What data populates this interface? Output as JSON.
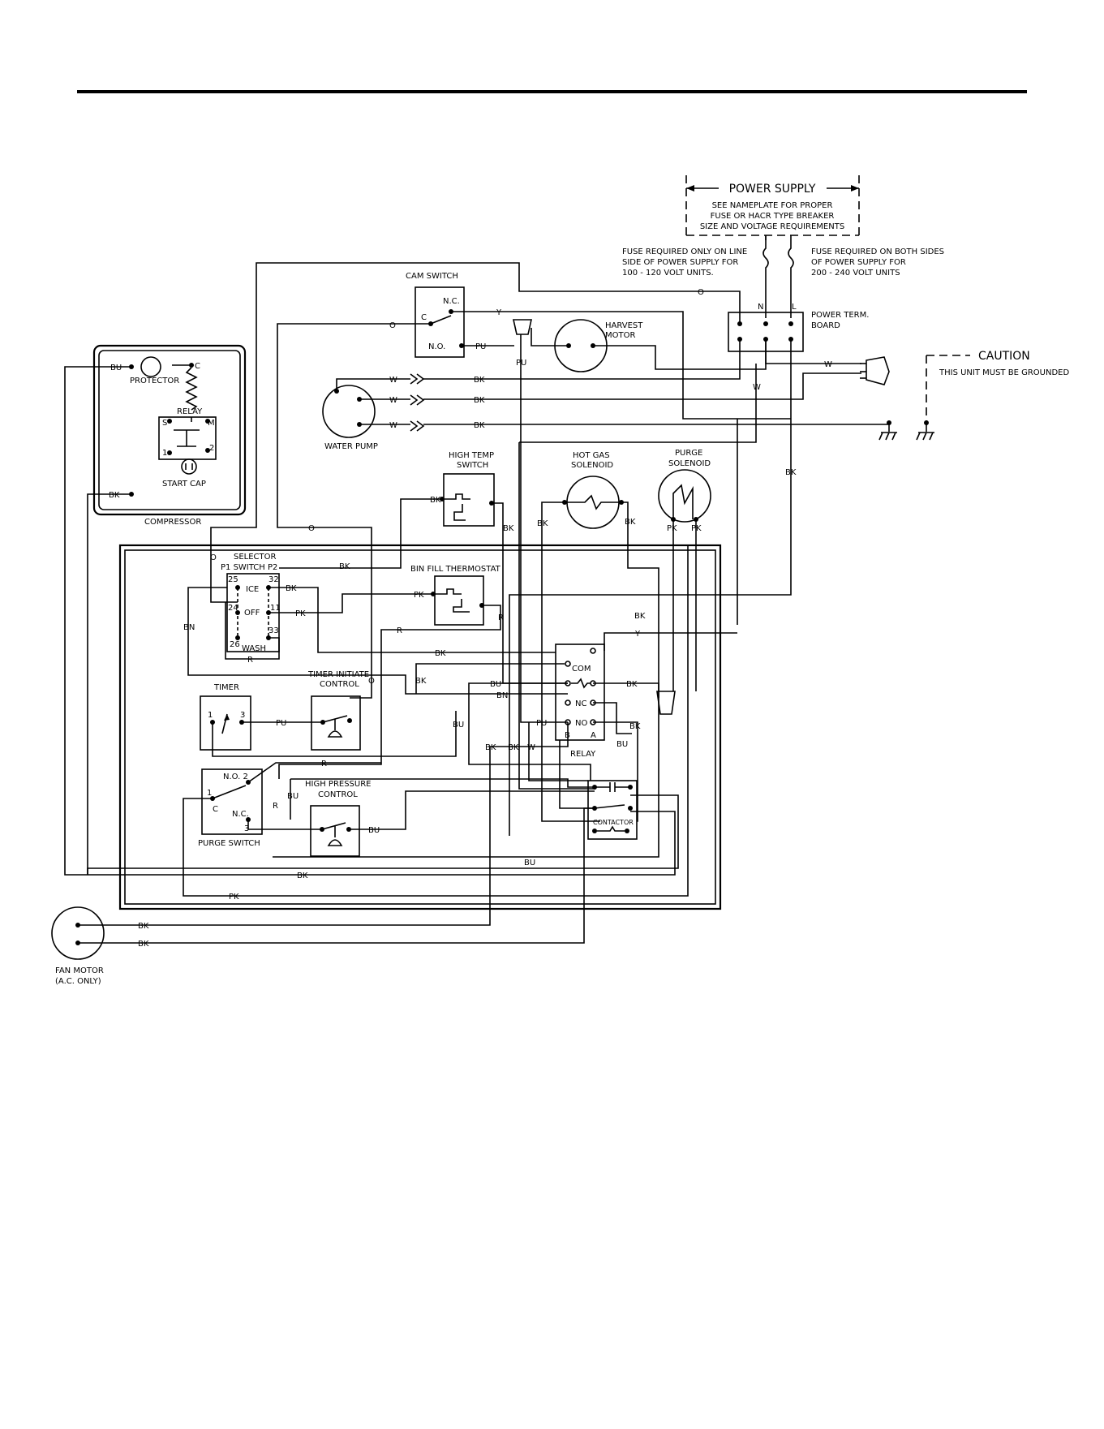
{
  "labels": {
    "power_supply": "POWER SUPPLY",
    "power_note_1": "SEE NAMEPLATE FOR PROPER",
    "power_note_2": "FUSE OR HACR TYPE BREAKER",
    "power_note_3": "SIZE AND VOLTAGE REQUIREMENTS",
    "fuse_line_1": "FUSE REQUIRED ONLY ON LINE",
    "fuse_line_2": "SIDE OF POWER SUPPLY FOR",
    "fuse_line_3": "100 - 120 VOLT UNITS.",
    "fuse_both_1": "FUSE REQUIRED ON BOTH SIDES",
    "fuse_both_2": "OF POWER SUPPLY FOR",
    "fuse_both_3": "200 - 240 VOLT UNITS",
    "term_n": "N",
    "term_l": "L",
    "power_term_1": "POWER TERM.",
    "power_term_2": "BOARD",
    "caution": "CAUTION",
    "caution_note": "THIS UNIT MUST BE GROUNDED",
    "cam_switch": "CAM SWITCH",
    "cam_nc": "N.C.",
    "cam_c": "C",
    "cam_no": "N.O.",
    "harvest_1": "HARVEST",
    "harvest_2": "MOTOR",
    "water_pump": "WATER PUMP",
    "protector": "PROTECTOR",
    "protector_c": "C",
    "relay_comp": "RELAY",
    "relay_s": "S",
    "relay_m": "M",
    "relay_1": "1",
    "relay_2": "2",
    "start_cap": "START CAP",
    "compressor": "COMPRESSOR",
    "high_temp_1": "HIGH TEMP",
    "high_temp_2": "SWITCH",
    "hot_gas_1": "HOT GAS",
    "hot_gas_2": "SOLENOID",
    "purge_sol_1": "PURGE",
    "purge_sol_2": "SOLENOID",
    "selector_1": "SELECTOR",
    "selector_2": "P1  SWITCH  P2",
    "sel_25": "25",
    "sel_32": "32",
    "sel_24": "24",
    "sel_11": "11",
    "sel_33": "33",
    "sel_26": "26",
    "sel_ice": "ICE",
    "sel_off": "OFF",
    "sel_wash": "WASH",
    "bin_fill": "BIN FILL THERMOSTAT",
    "timer": "TIMER",
    "timer_1": "1",
    "timer_3": "3",
    "timer_init_1": "TIMER INITIATE",
    "timer_init_2": "CONTROL",
    "relay_box": "RELAY",
    "relay_com": "COM",
    "relay_nc": "NC",
    "relay_no": "NO",
    "relay_b": "B",
    "relay_a": "A",
    "purge_switch": "PURGE SWITCH",
    "purge_no": "N.O. 2",
    "purge_1": "1",
    "purge_c": "C",
    "purge_nc": "N.C.",
    "purge_3": "3",
    "hpc_1": "HIGH PRESSURE",
    "hpc_2": "CONTROL",
    "contactor": "CONTACTOR",
    "fan_1": "FAN MOTOR",
    "fan_2": "(A.C. ONLY)"
  },
  "wire_labels": {
    "o": "O",
    "y": "Y",
    "pu": "PU",
    "bk": "BK",
    "w": "W",
    "bu": "BU",
    "bn": "BN",
    "pk": "PK",
    "r": "R"
  }
}
